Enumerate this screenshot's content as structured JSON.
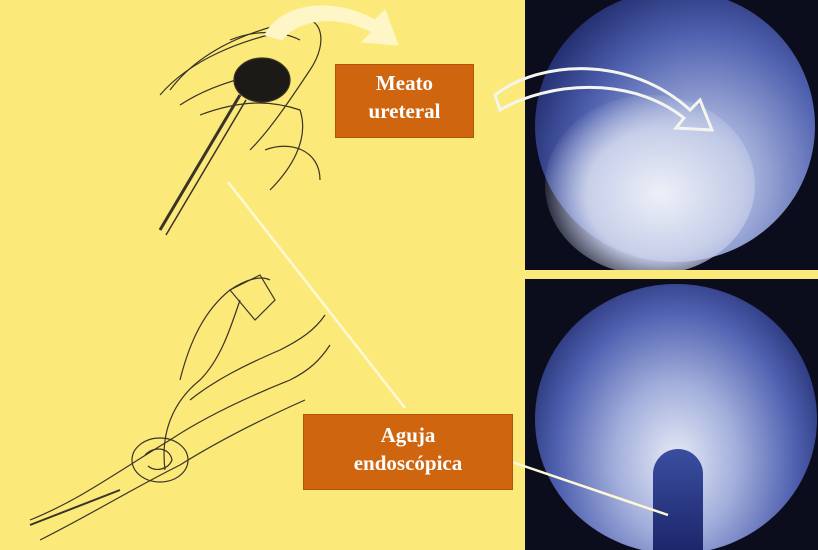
{
  "labels": {
    "meato": {
      "line1": "Meato",
      "line2": "ureteral"
    },
    "aguja": {
      "line1": "Aguja",
      "line2": "endoscópica"
    }
  },
  "colors": {
    "background": "#fbe97a",
    "label_fill": "#d06510",
    "label_text": "#ffffff",
    "pointer_line": "#fff8d6",
    "endoscopy_dark": "#0c0d1c",
    "endoscopy_blue": "#5a6fc2"
  },
  "images": [
    "illustration-ureteral-meato-needle",
    "illustration-ureter-cross-section",
    "endoscopic-view-meato",
    "endoscopic-view-needle"
  ]
}
